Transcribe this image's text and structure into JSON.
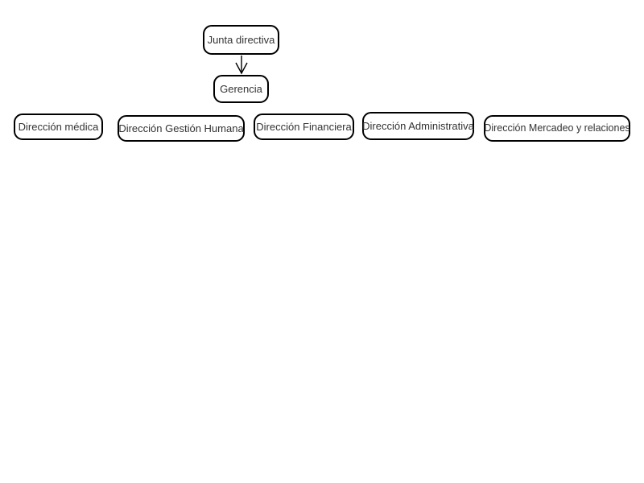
{
  "diagram": {
    "type": "org-chart",
    "background_color": "#ffffff",
    "node_border_color": "#000000",
    "node_fill_color": "#ffffff",
    "node_text_color": "#333333",
    "nodes": [
      {
        "id": "junta-directiva",
        "label": "Junta directiva",
        "level": 1
      },
      {
        "id": "gerencia",
        "label": "Gerencia",
        "level": 2
      },
      {
        "id": "direccion-medica",
        "label": "Dirección médica",
        "level": 3
      },
      {
        "id": "direccion-gestion-humana",
        "label": "Dirección Gestión Humana",
        "level": 3
      },
      {
        "id": "direccion-financiera",
        "label": "Dirección Financiera",
        "level": 3
      },
      {
        "id": "direccion-administrativa",
        "label": "Dirección Administrativa",
        "level": 3
      },
      {
        "id": "direccion-mercadeo",
        "label": "Dirección Mercadeo y relaciones",
        "level": 3
      }
    ],
    "edges": [
      {
        "from": "junta-directiva",
        "to": "gerencia",
        "style": "open-v-arrowhead-down"
      }
    ]
  }
}
